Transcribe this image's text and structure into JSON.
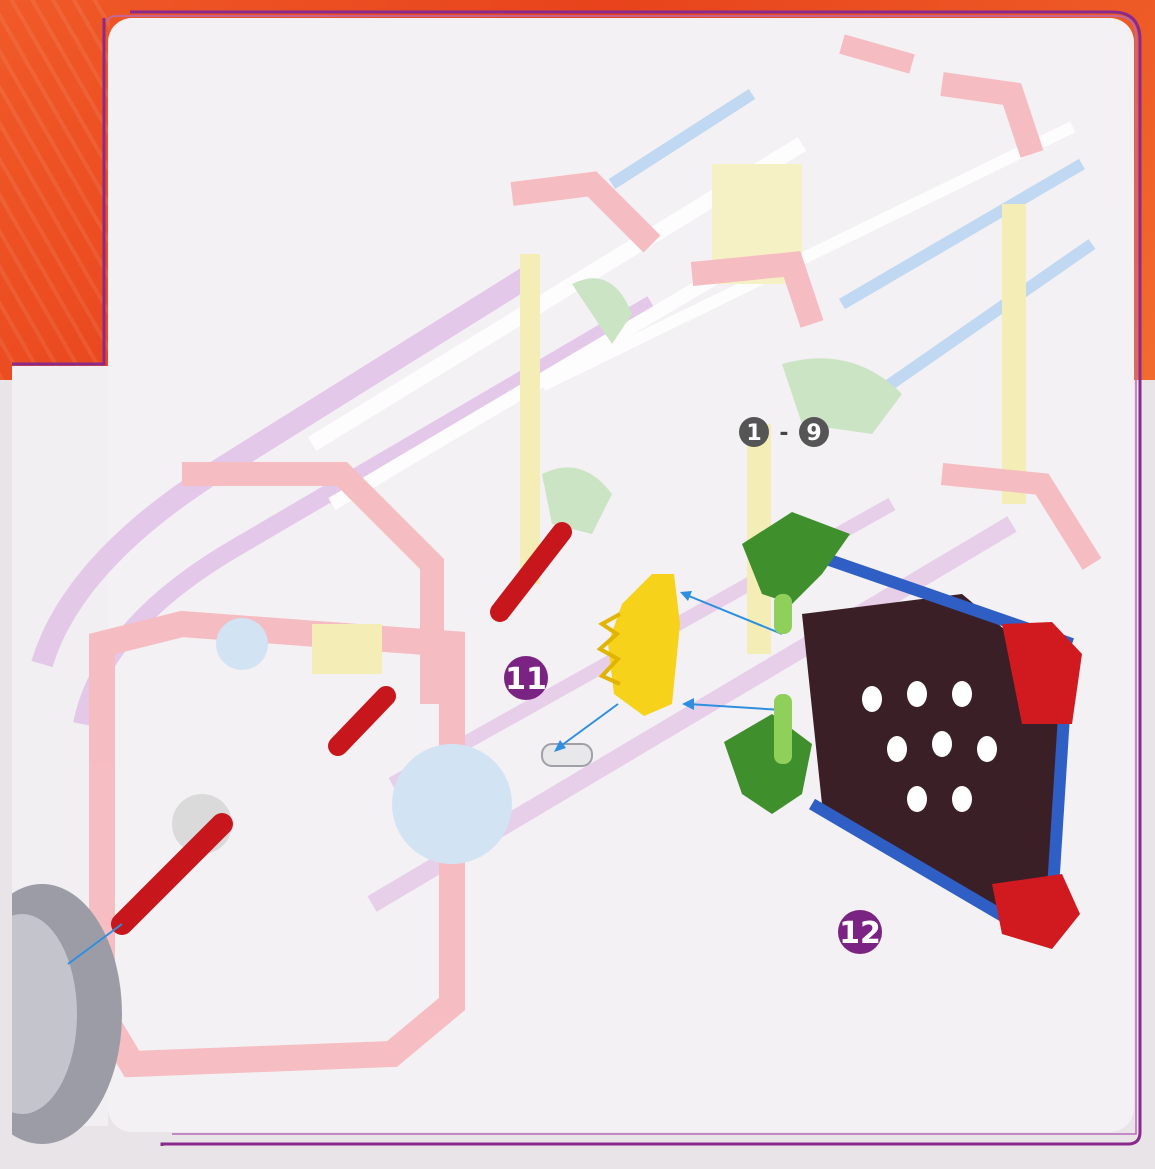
{
  "steps": {
    "range_start": "1",
    "range_separator": "-",
    "range_end": "9",
    "step_a": "11",
    "step_b": "12"
  },
  "colors": {
    "frame_border": "#8a2a8c",
    "badge_purple": "#7b2383",
    "badge_gray": "#555555",
    "ghost_red": "#f6b7bd",
    "ghost_lilac": "#e0bfe4",
    "rod_red": "#c8171c",
    "connector_green": "#3f8f2c",
    "connector_red": "#d01a1f",
    "rod_blue": "#2f5fc4",
    "plate_dark": "#3a1f26",
    "gear_yellow": "#f6d21a",
    "wheel_gray": "#a0a0a8",
    "arrow_blue": "#2e8fe0",
    "background_orange": "#f05a28"
  },
  "icons": [
    "wheel-icon",
    "gear-icon",
    "rod-icon",
    "connector-icon",
    "plate-icon",
    "arrow-icon"
  ]
}
